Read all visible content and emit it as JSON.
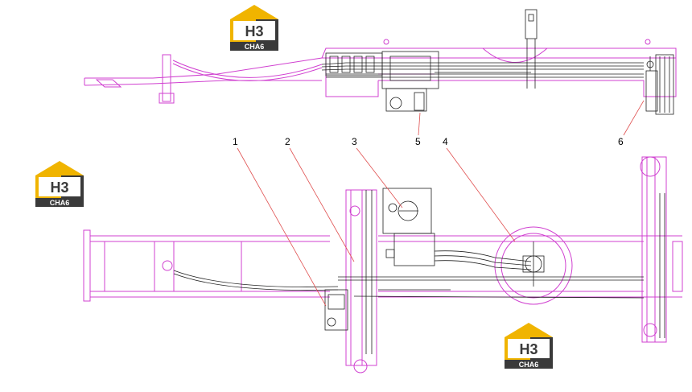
{
  "callouts": [
    "1",
    "2",
    "3",
    "4",
    "5",
    "6"
  ],
  "logo": {
    "main": "H3",
    "sub": "CHA6"
  },
  "colors": {
    "frame": "#d040d0",
    "line": "#222222",
    "leader": "#e05050",
    "logo_gold": "#f0b400",
    "logo_dark": "#3a3a3a"
  }
}
